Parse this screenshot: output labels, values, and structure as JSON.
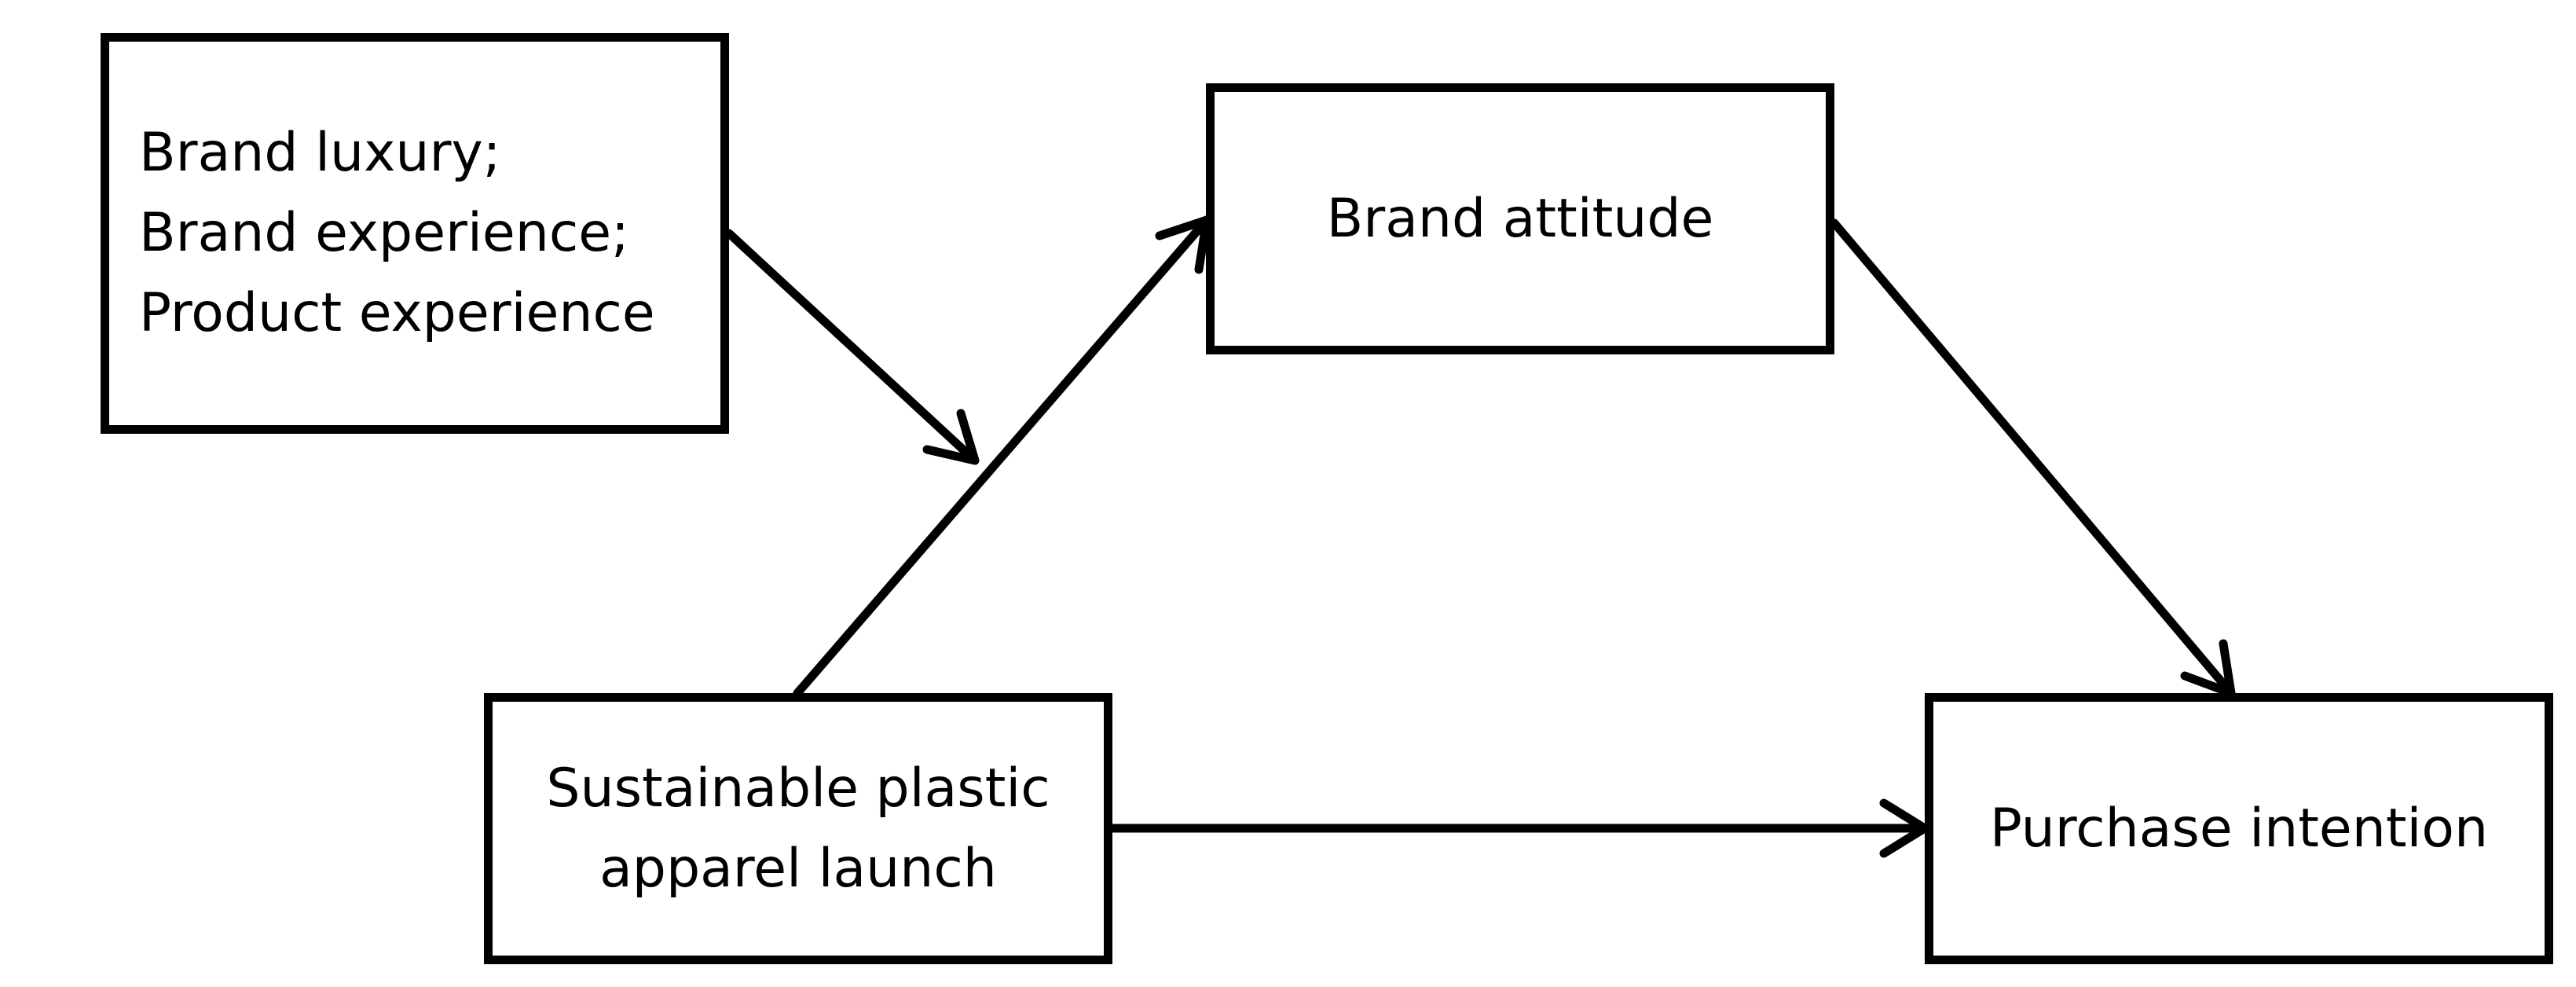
{
  "nodes": {
    "antecedents": {
      "lines": [
        "Brand luxury;",
        "Brand experience;",
        "Product experience"
      ]
    },
    "brand_attitude": {
      "label": "Brand attitude"
    },
    "launch": {
      "lines": [
        "Sustainable plastic",
        "apparel launch"
      ]
    },
    "purchase_intention": {
      "label": "Purchase intention"
    }
  },
  "edges": [
    {
      "from": "antecedents",
      "to": "launch-to-brand-attitude-path",
      "type": "moderation"
    },
    {
      "from": "launch",
      "to": "brand_attitude",
      "type": "direct"
    },
    {
      "from": "brand_attitude",
      "to": "purchase_intention",
      "type": "direct"
    },
    {
      "from": "launch",
      "to": "purchase_intention",
      "type": "direct"
    }
  ],
  "colors": {
    "stroke": "#000000",
    "background": "#ffffff"
  }
}
